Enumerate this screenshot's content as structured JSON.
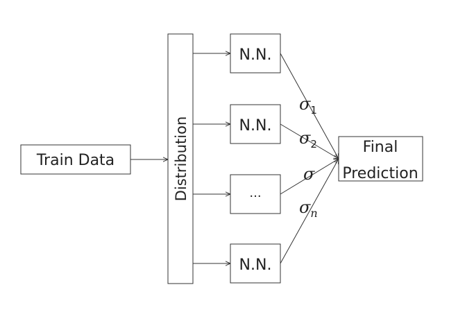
{
  "diagram": {
    "input": {
      "label": "Train Data"
    },
    "distributor": {
      "label": "Distribution"
    },
    "models": [
      {
        "label": "N.N."
      },
      {
        "label": "N.N."
      },
      {
        "label": "..."
      },
      {
        "label": "N.N."
      }
    ],
    "weights": [
      {
        "symbol": "σ",
        "subscript": "1"
      },
      {
        "symbol": "σ",
        "subscript": "2"
      },
      {
        "symbol": "σ",
        "subscript": ""
      },
      {
        "symbol": "σ",
        "subscript": "n"
      }
    ],
    "output": {
      "label_line1": "Final",
      "label_line2": "Prediction"
    }
  }
}
